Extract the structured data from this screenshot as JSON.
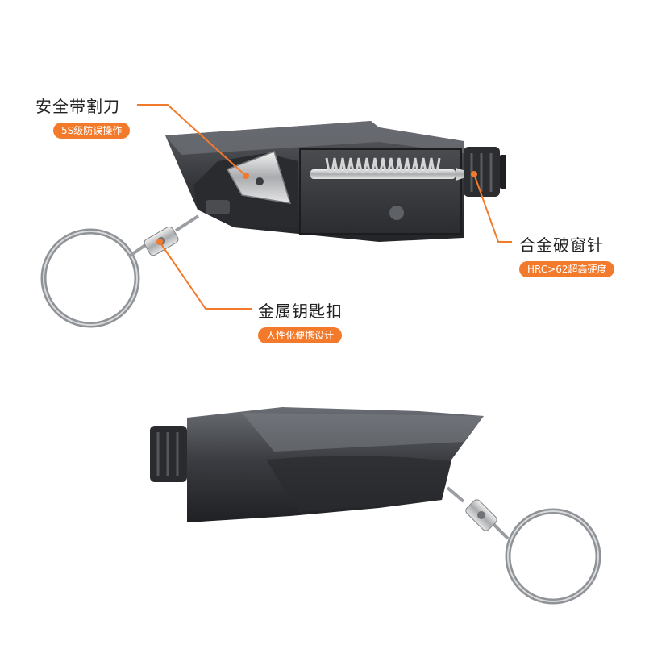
{
  "callouts": {
    "belt_cutter": {
      "title": "安全带割刀",
      "badge": "5S级防误操作"
    },
    "window_breaker": {
      "title": "合金破窗针",
      "badge": "HRC>62超高硬度"
    },
    "keyring": {
      "title": "金属钥匙扣",
      "badge": "人性化便携设计"
    }
  },
  "colors": {
    "accent": "#f47a2b",
    "body_dark": "#3a3c40",
    "body_light": "#6b6e74"
  }
}
